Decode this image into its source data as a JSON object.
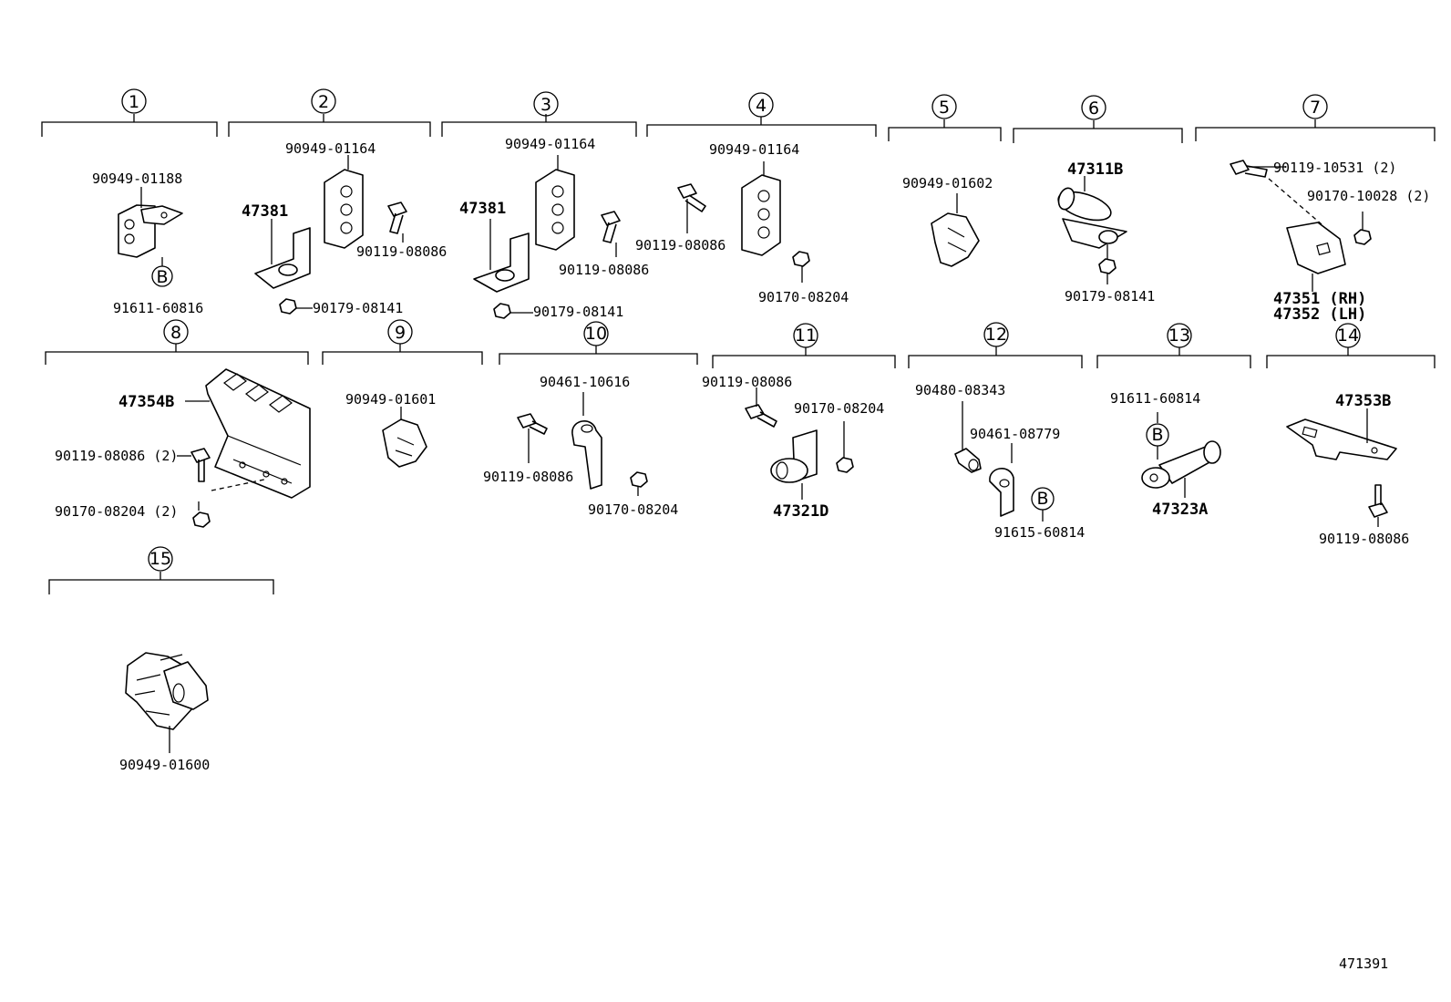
{
  "groups": [
    {
      "num": "1",
      "parts": [
        "90949-01188",
        "B",
        "91611-60816"
      ]
    },
    {
      "num": "2",
      "parts": [
        "90949-01164",
        "47381",
        "90119-08086",
        "90179-08141"
      ]
    },
    {
      "num": "3",
      "parts": [
        "90949-01164",
        "47381",
        "90119-08086",
        "90179-08141"
      ]
    },
    {
      "num": "4",
      "parts": [
        "90949-01164",
        "90119-08086",
        "90170-08204"
      ]
    },
    {
      "num": "5",
      "parts": [
        "90949-01602"
      ]
    },
    {
      "num": "6",
      "parts": [
        "47311B",
        "90179-08141"
      ]
    },
    {
      "num": "7",
      "parts": [
        "90119-10531 (2)",
        "90170-10028 (2)",
        "47351 (RH)",
        "47352 (LH)"
      ]
    },
    {
      "num": "8",
      "parts": [
        "47354B",
        "90119-08086 (2)",
        "90170-08204 (2)"
      ]
    },
    {
      "num": "9",
      "parts": [
        "90949-01601"
      ]
    },
    {
      "num": "10",
      "parts": [
        "90461-10616",
        "90119-08086",
        "90170-08204"
      ]
    },
    {
      "num": "11",
      "parts": [
        "90119-08086",
        "90170-08204",
        "47321D"
      ]
    },
    {
      "num": "12",
      "parts": [
        "90480-08343",
        "90461-08779",
        "B",
        "91615-60814"
      ]
    },
    {
      "num": "13",
      "parts": [
        "91611-60814",
        "B",
        "47323A"
      ]
    },
    {
      "num": "14",
      "parts": [
        "47353B",
        "90119-08086"
      ]
    },
    {
      "num": "15",
      "parts": [
        "90949-01600"
      ]
    }
  ],
  "figure_code": "471391"
}
